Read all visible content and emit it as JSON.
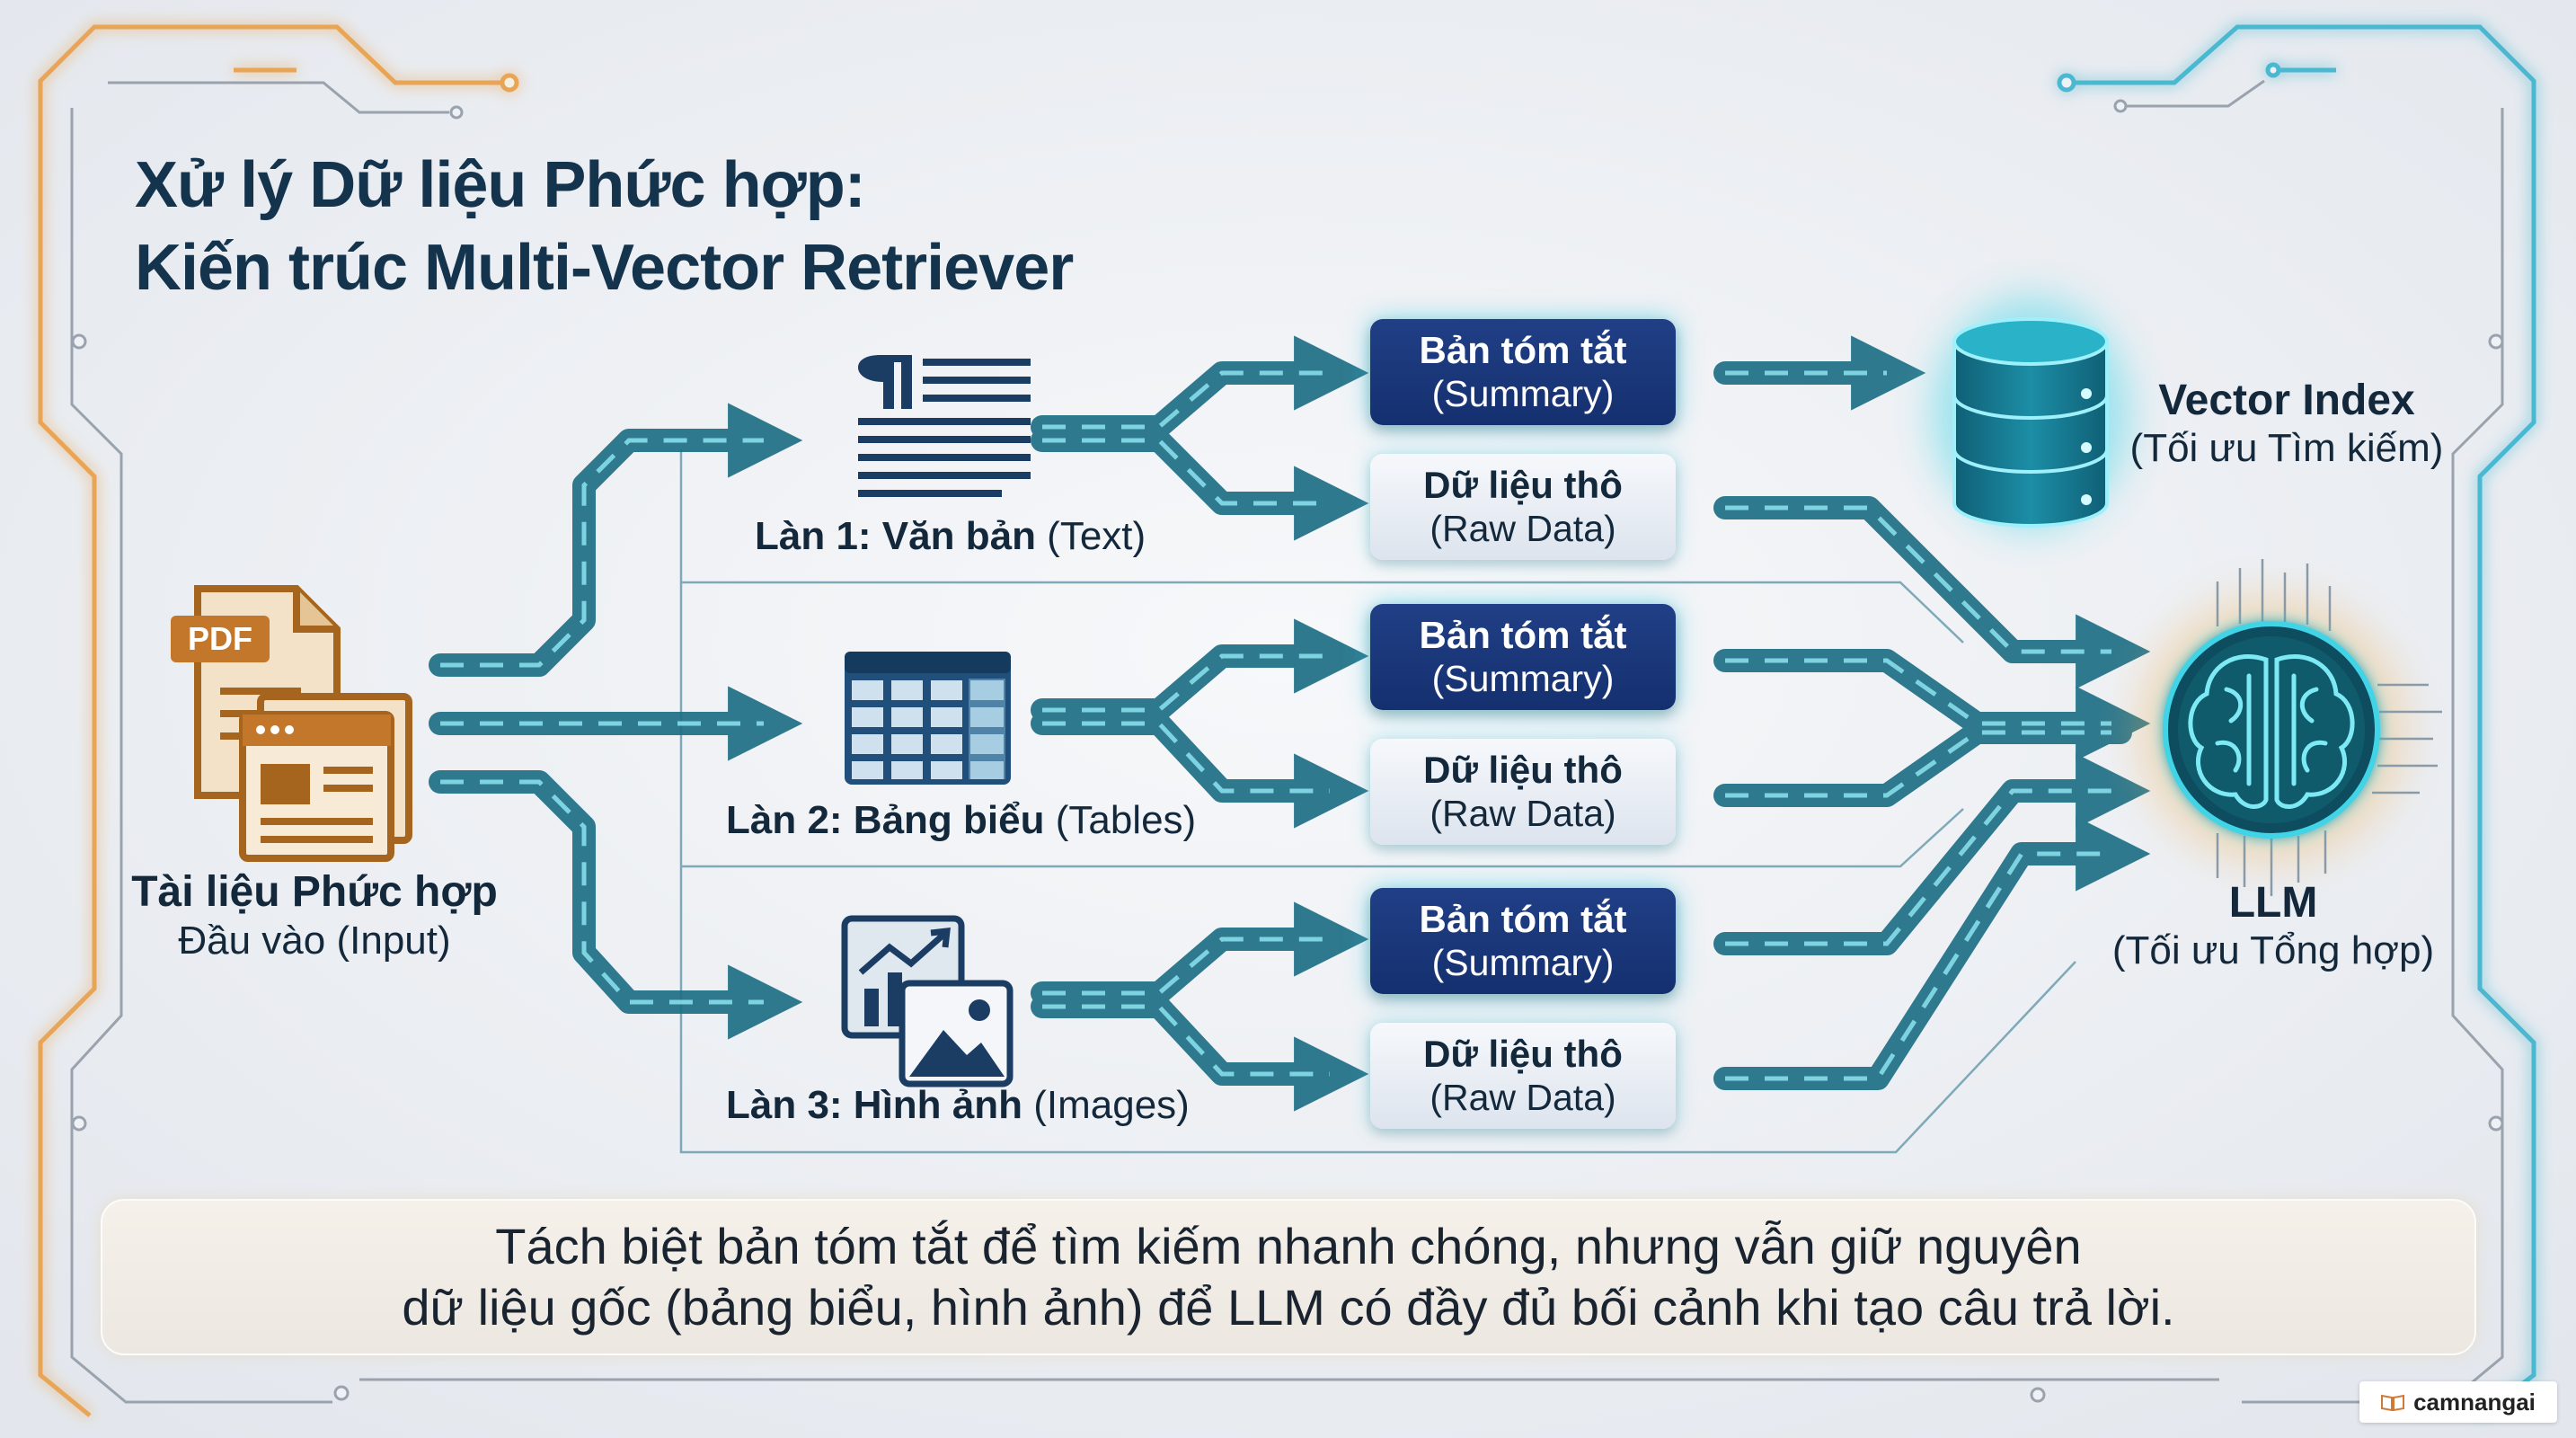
{
  "title": {
    "line1": "Xử lý Dữ liệu Phức hợp:",
    "line2": "Kiến trúc Multi-Vector Retriever"
  },
  "input": {
    "title": "Tài liệu Phức hợp",
    "subtitle": "Đầu vào (Input)",
    "icon": "pdf-documents-icon",
    "pdf_badge": "PDF"
  },
  "lanes": [
    {
      "label_bold": "Làn 1: Văn bản",
      "label_rest": " (Text)",
      "icon": "text-paragraph-icon",
      "summary_title": "Bản tóm tắt",
      "summary_sub": "(Summary)",
      "raw_title": "Dữ liệu thô",
      "raw_sub": "(Raw Data)"
    },
    {
      "label_bold": "Làn 2: Bảng biểu",
      "label_rest": " (Tables)",
      "icon": "table-grid-icon",
      "summary_title": "Bản tóm tắt",
      "summary_sub": "(Summary)",
      "raw_title": "Dữ liệu thô",
      "raw_sub": "(Raw Data)"
    },
    {
      "label_bold": "Làn 3: Hình ảnh",
      "label_rest": " (Images)",
      "icon": "chart-image-icon",
      "summary_title": "Bản tóm tắt",
      "summary_sub": "(Summary)",
      "raw_title": "Dữ liệu thô",
      "raw_sub": "(Raw Data)"
    }
  ],
  "vector_index": {
    "title": "Vector Index",
    "subtitle": "(Tối ưu Tìm kiếm)",
    "icon": "database-icon"
  },
  "llm": {
    "title": "LLM",
    "subtitle": "(Tối ưu Tổng hợp)",
    "icon": "brain-chip-icon"
  },
  "note": {
    "line1": "Tách biệt bản tóm tắt để tìm kiếm nhanh chóng, nhưng vẫn giữ nguyên",
    "line2": "dữ liệu gốc (bảng biểu, hình ảnh) để LLM có đầy đủ bối cảnh khi tạo câu trả lời."
  },
  "watermark": {
    "text": "camnangai",
    "icon": "book-icon"
  },
  "colors": {
    "title": "#14334d",
    "summary_box": "#1a3a7e",
    "raw_box": "#e8edf3",
    "path_teal": "#1f6f86",
    "glow_cyan": "#35d3e6",
    "frame_orange": "#e8a556",
    "frame_cyan": "#4ab8d0"
  }
}
